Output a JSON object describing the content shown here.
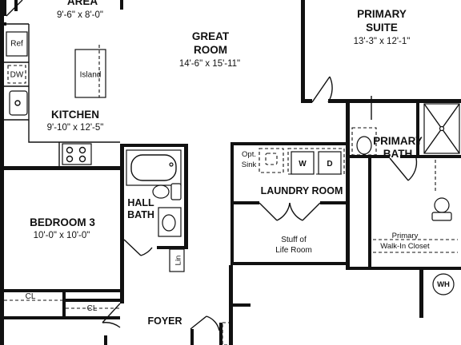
{
  "rooms": {
    "dining_area": {
      "name": "AREA",
      "size": "9'-6\" x 8'-0\""
    },
    "great_room": {
      "name_line1": "GREAT",
      "name_line2": "ROOM",
      "size": "14'-6\" x 15'-11\""
    },
    "primary_suite": {
      "name_line1": "PRIMARY",
      "name_line2": "SUITE",
      "size": "13'-3\" x 12'-1\""
    },
    "kitchen": {
      "name": "KITCHEN",
      "size": "9'-10\" x 12'-5\""
    },
    "primary_bath": {
      "name_line1": "PRIMARY",
      "name_line2": "BATH"
    },
    "laundry_room": {
      "name": "LAUNDRY ROOM"
    },
    "hall_bath": {
      "name_line1": "HALL",
      "name_line2": "BATH"
    },
    "bedroom_3": {
      "name": "BEDROOM 3",
      "size": "10'-0\" x 10'-0\""
    },
    "stuff_of_life": {
      "line1": "Stuff of",
      "line2": "Life Room"
    },
    "primary_closet": {
      "line1": "Primary",
      "line2": "Walk-In Closet"
    },
    "foyer": {
      "name": "FOYER"
    }
  },
  "fixtures": {
    "refrigerator": "Ref",
    "dishwasher": "DW",
    "island": "Island",
    "opt_sink_line1": "Opt.",
    "opt_sink_line2": "Sink",
    "washer": "W",
    "dryer": "D",
    "linen": "Lin",
    "closet_1": "CL",
    "closet_2": "CL",
    "water_heater": "WH"
  }
}
